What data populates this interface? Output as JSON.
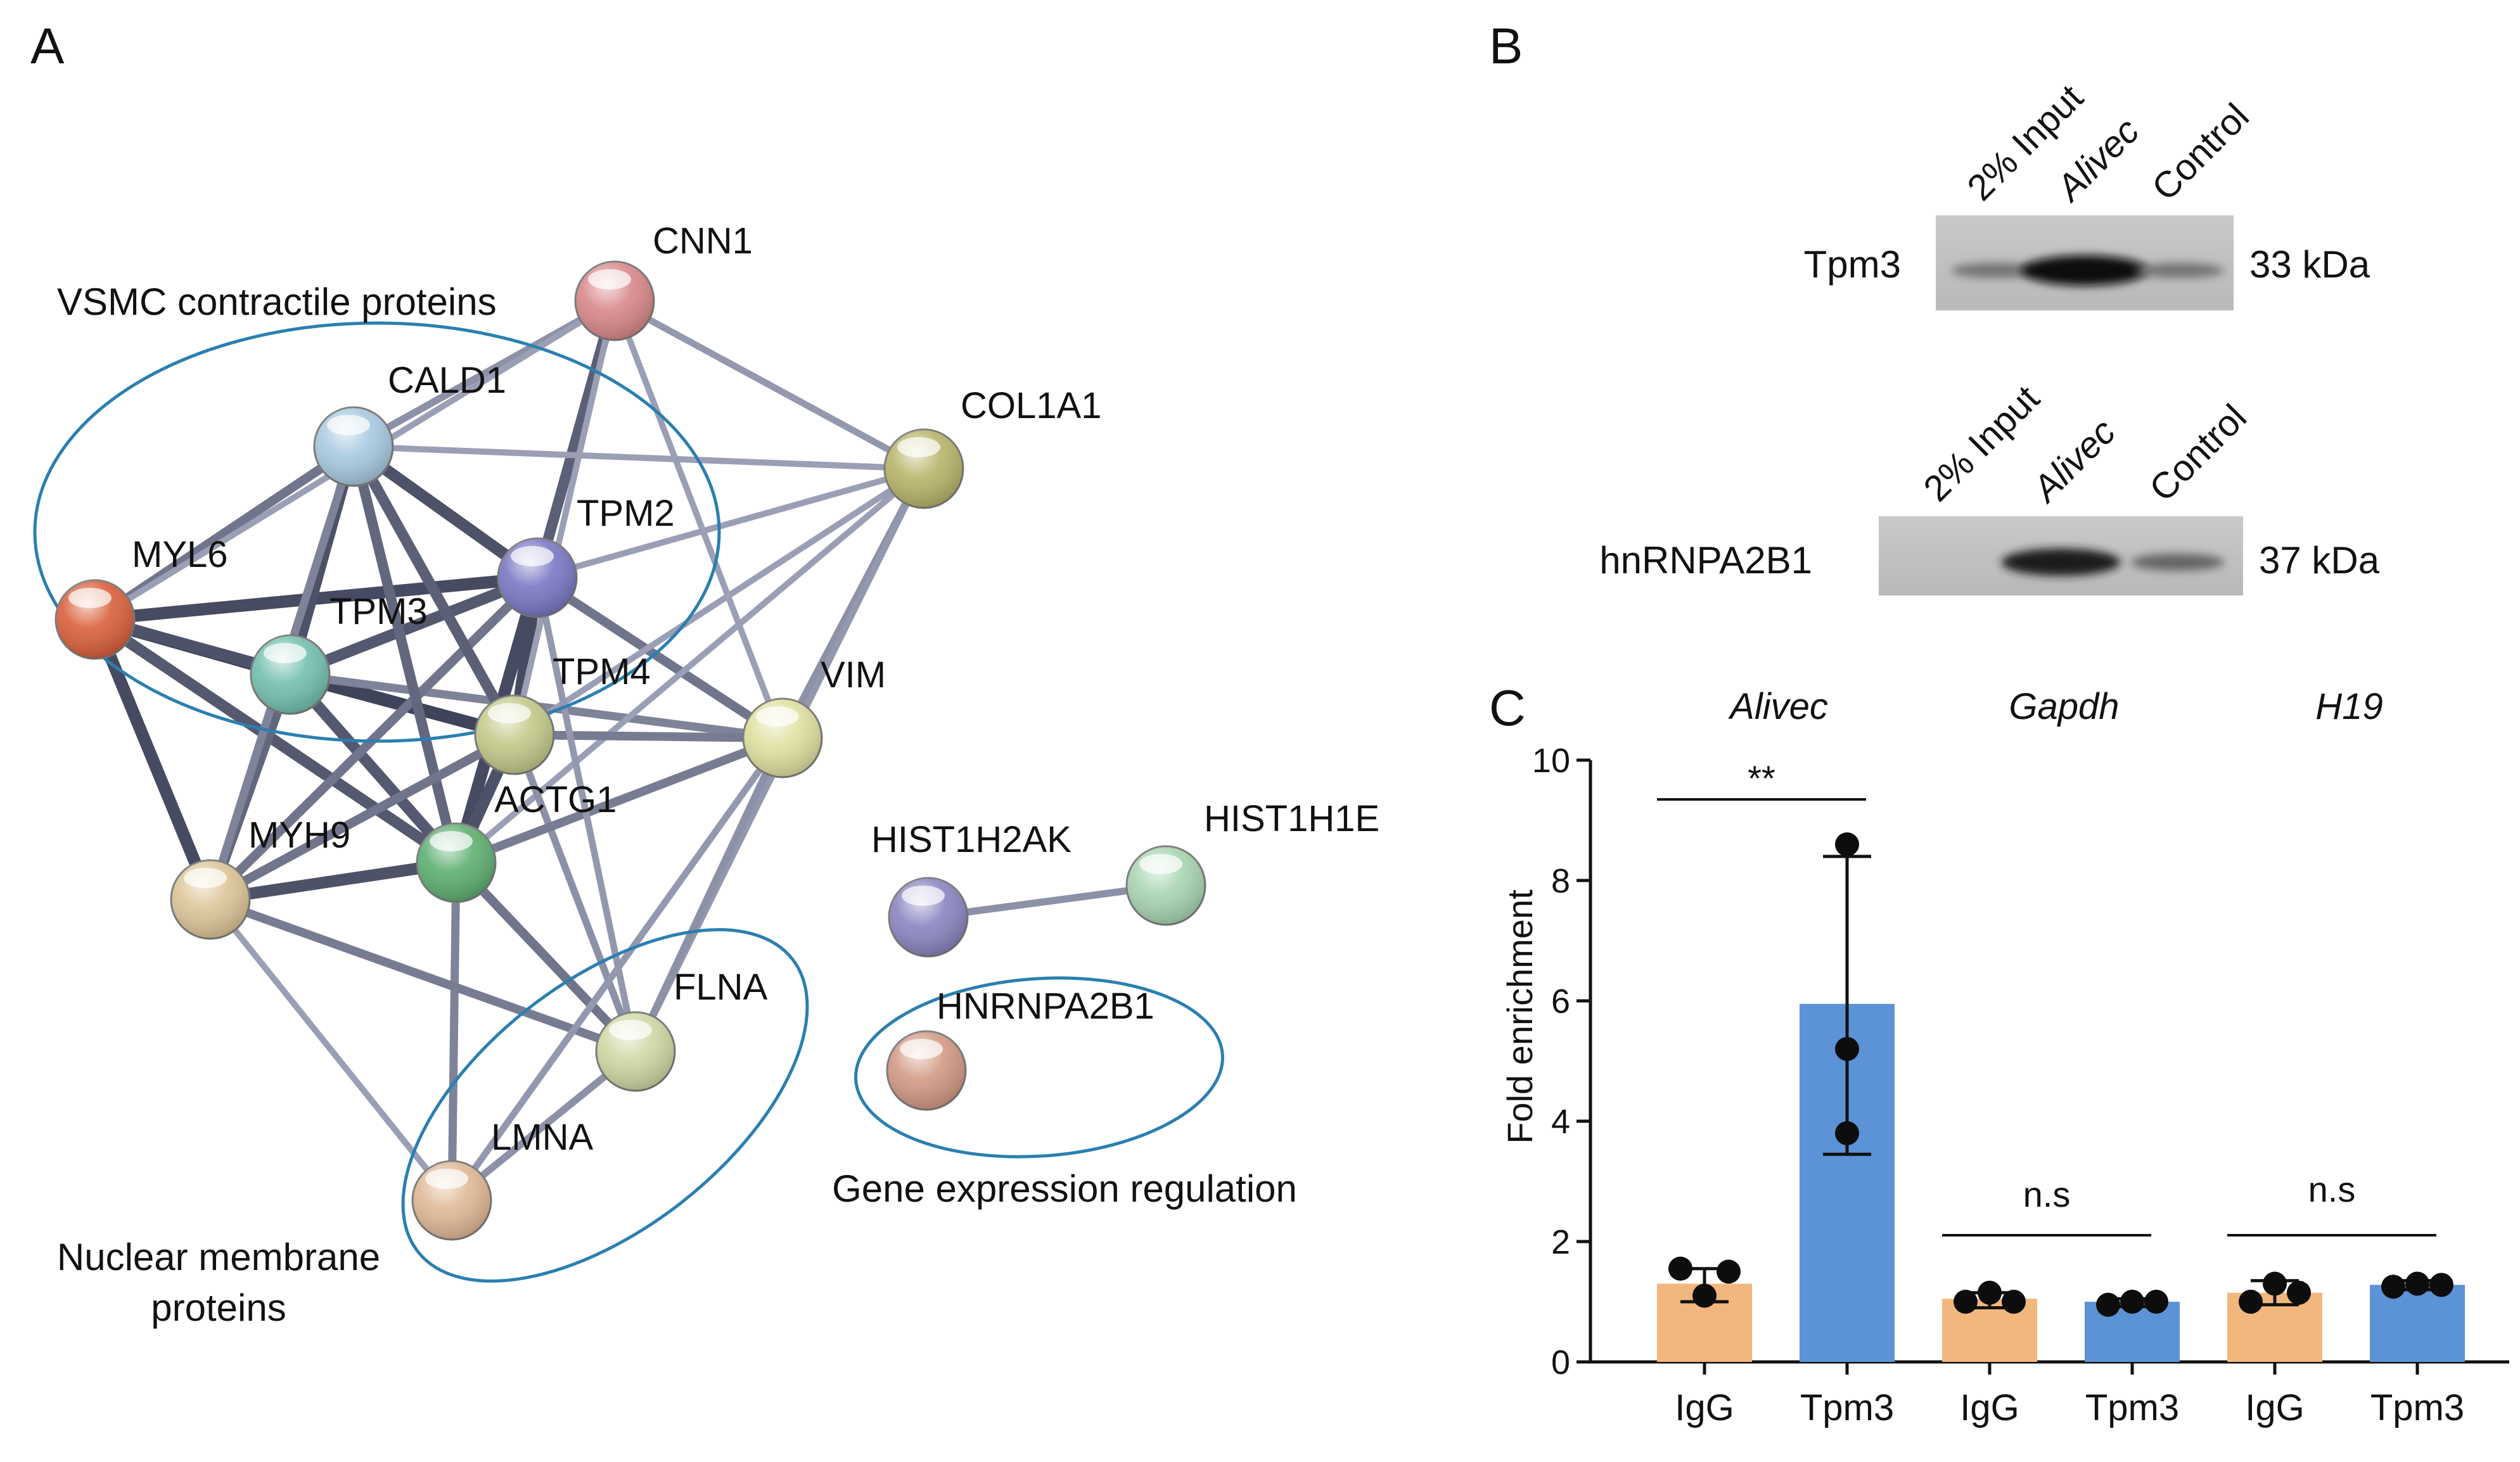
{
  "panels": {
    "a": "A",
    "b": "B",
    "c": "C"
  },
  "network": {
    "nodes": [
      {
        "id": "CNN1",
        "label": "CNN1",
        "color": "#d9888a"
      },
      {
        "id": "CALD1",
        "label": "CALD1",
        "color": "#a8c9e0"
      },
      {
        "id": "COL1A1",
        "label": "COL1A1",
        "color": "#b9b46a"
      },
      {
        "id": "MYL6",
        "label": "MYL6",
        "color": "#d9603c"
      },
      {
        "id": "TPM2",
        "label": "TPM2",
        "color": "#7a78c4"
      },
      {
        "id": "TPM3",
        "label": "TPM3",
        "color": "#74c0b0"
      },
      {
        "id": "TPM4",
        "label": "TPM4",
        "color": "#c3c98a"
      },
      {
        "id": "VIM",
        "label": "VIM",
        "color": "#dfe0a0"
      },
      {
        "id": "ACTG1",
        "label": "ACTG1",
        "color": "#5faf72"
      },
      {
        "id": "MYH9",
        "label": "MYH9",
        "color": "#dcc598"
      },
      {
        "id": "FLNA",
        "label": "FLNA",
        "color": "#cdd8a4"
      },
      {
        "id": "LMNA",
        "label": "LMNA",
        "color": "#e0b896"
      },
      {
        "id": "HIST1H2AK",
        "label": "HIST1H2AK",
        "color": "#8a86c0"
      },
      {
        "id": "HIST1H1E",
        "label": "HIST1H1E",
        "color": "#a8d4b0"
      },
      {
        "id": "HNRNPA2B1",
        "label": "HNRNPA2B1",
        "color": "#d29a84"
      }
    ],
    "edges": [
      {
        "from": "MYL6",
        "to": "TPM3",
        "score": 0.95
      },
      {
        "from": "MYL6",
        "to": "TPM2",
        "score": 0.9
      },
      {
        "from": "MYL6",
        "to": "TPM4",
        "score": 0.85
      },
      {
        "from": "MYL6",
        "to": "ACTG1",
        "score": 0.8
      },
      {
        "from": "MYL6",
        "to": "MYH9",
        "score": 0.9
      },
      {
        "from": "MYL6",
        "to": "CALD1",
        "score": 0.6
      },
      {
        "from": "TPM3",
        "to": "TPM4",
        "score": 0.95
      },
      {
        "from": "TPM3",
        "to": "TPM2",
        "score": 0.8
      },
      {
        "from": "TPM3",
        "to": "CALD1",
        "score": 0.85
      },
      {
        "from": "TPM3",
        "to": "ACTG1",
        "score": 0.8
      },
      {
        "from": "TPM3",
        "to": "MYH9",
        "score": 0.7
      },
      {
        "from": "TPM3",
        "to": "VIM",
        "score": 0.5
      },
      {
        "from": "TPM2",
        "to": "TPM4",
        "score": 0.9
      },
      {
        "from": "TPM2",
        "to": "CALD1",
        "score": 0.85
      },
      {
        "from": "TPM2",
        "to": "ACTG1",
        "score": 0.9
      },
      {
        "from": "TPM2",
        "to": "VIM",
        "score": 0.6
      },
      {
        "from": "TPM2",
        "to": "CNN1",
        "score": 0.75
      },
      {
        "from": "TPM2",
        "to": "COL1A1",
        "score": 0.3
      },
      {
        "from": "TPM2",
        "to": "MYH9",
        "score": 0.6
      },
      {
        "from": "CALD1",
        "to": "TPM4",
        "score": 0.75
      },
      {
        "from": "CALD1",
        "to": "ACTG1",
        "score": 0.7
      },
      {
        "from": "CALD1",
        "to": "CNN1",
        "score": 0.4
      },
      {
        "from": "CALD1",
        "to": "COL1A1",
        "score": 0.3
      },
      {
        "from": "CALD1",
        "to": "MYH9",
        "score": 0.5
      },
      {
        "from": "CNN1",
        "to": "TPM4",
        "score": 0.3
      },
      {
        "from": "CNN1",
        "to": "VIM",
        "score": 0.3
      },
      {
        "from": "CNN1",
        "to": "COL1A1",
        "score": 0.35
      },
      {
        "from": "CNN1",
        "to": "MYL6",
        "score": 0.3
      },
      {
        "from": "COL1A1",
        "to": "VIM",
        "score": 0.4
      },
      {
        "from": "COL1A1",
        "to": "FLNA",
        "score": 0.35
      },
      {
        "from": "COL1A1",
        "to": "TPM4",
        "score": 0.3
      },
      {
        "from": "COL1A1",
        "to": "ACTG1",
        "score": 0.3
      },
      {
        "from": "TPM4",
        "to": "VIM",
        "score": 0.55
      },
      {
        "from": "TPM4",
        "to": "ACTG1",
        "score": 0.85
      },
      {
        "from": "TPM4",
        "to": "MYH9",
        "score": 0.6
      },
      {
        "from": "TPM4",
        "to": "FLNA",
        "score": 0.4
      },
      {
        "from": "ACTG1",
        "to": "MYH9",
        "score": 0.85
      },
      {
        "from": "ACTG1",
        "to": "VIM",
        "score": 0.55
      },
      {
        "from": "ACTG1",
        "to": "FLNA",
        "score": 0.6
      },
      {
        "from": "ACTG1",
        "to": "LMNA",
        "score": 0.5
      },
      {
        "from": "MYH9",
        "to": "FLNA",
        "score": 0.55
      },
      {
        "from": "MYH9",
        "to": "LMNA",
        "score": 0.3
      },
      {
        "from": "VIM",
        "to": "FLNA",
        "score": 0.4
      },
      {
        "from": "VIM",
        "to": "LMNA",
        "score": 0.35
      },
      {
        "from": "FLNA",
        "to": "LMNA",
        "score": 0.4
      },
      {
        "from": "FLNA",
        "to": "TPM2",
        "score": 0.35
      },
      {
        "from": "HIST1H2AK",
        "to": "HIST1H1E",
        "score": 0.4
      }
    ],
    "groups": {
      "vsmc": "VSMC contractile proteins",
      "nuclear_line1": "Nuclear membrane",
      "nuclear_line2": "proteins",
      "gene_expression": "Gene expression regulation"
    }
  },
  "western_blots": [
    {
      "protein": "Tpm3",
      "size": "33 kDa",
      "lanes": [
        "2% Input",
        "Alivec",
        "Control"
      ],
      "band_intensity": [
        0.25,
        1.0,
        0.25
      ]
    },
    {
      "protein": "hnRNPA2B1",
      "size": "37 kDa",
      "lanes": [
        "2% Input",
        "Alivec",
        "Control"
      ],
      "band_intensity": [
        0.0,
        0.85,
        0.35
      ]
    }
  ],
  "chart_data": {
    "type": "bar",
    "title": "",
    "xlabel": "",
    "ylabel": "Fold enrichment",
    "ylim": [
      0,
      10
    ],
    "yticks": [
      0,
      2,
      4,
      6,
      8,
      10
    ],
    "grid": false,
    "groups": [
      "Alivec",
      "Gapdh",
      "H19"
    ],
    "categories": [
      "IgG",
      "Tpm3",
      "IgG",
      "Tpm3",
      "IgG",
      "Tpm3"
    ],
    "values": [
      1.3,
      5.95,
      1.05,
      1.0,
      1.15,
      1.28
    ],
    "error_low": [
      1.0,
      3.45,
      0.9,
      0.92,
      0.95,
      1.2
    ],
    "error_high": [
      1.55,
      8.4,
      1.15,
      1.05,
      1.35,
      1.35
    ],
    "points": [
      [
        1.55,
        1.1,
        1.5
      ],
      [
        8.6,
        5.2,
        3.8
      ],
      [
        1.0,
        1.15,
        1.0
      ],
      [
        0.95,
        1.0,
        1.0
      ],
      [
        1.0,
        1.3,
        1.15
      ],
      [
        1.25,
        1.3,
        1.28
      ]
    ],
    "bar_colors": [
      "#f2b77c",
      "#5b93d6",
      "#f2b77c",
      "#5b93d6",
      "#f2b77c",
      "#5b93d6"
    ],
    "significance": [
      "**",
      "n.s",
      "n.s"
    ]
  }
}
